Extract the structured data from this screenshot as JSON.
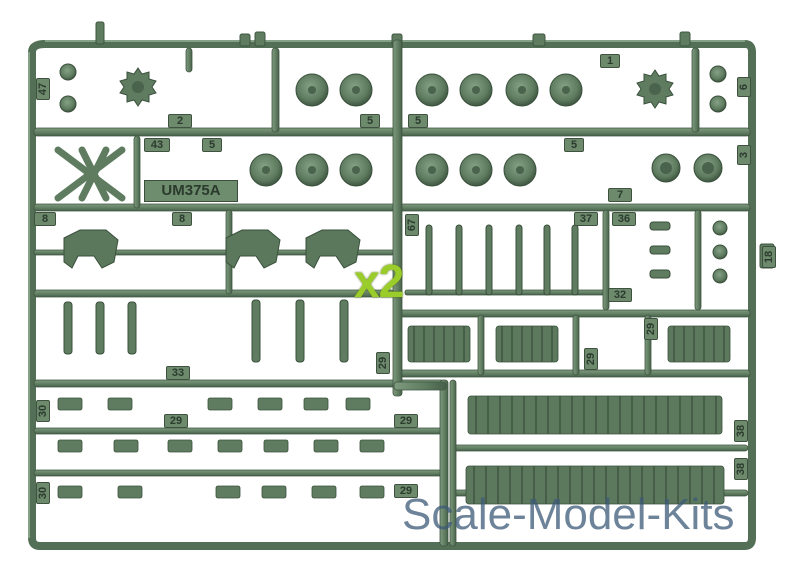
{
  "photo": {
    "subject": "plastic model kit sprue",
    "colors": {
      "plastic": "#5f7c60",
      "plastic_dark": "#3f5540",
      "plastic_light": "#7f9b7f",
      "background": "#ffffff",
      "multiplier": "#9acd2a",
      "watermark": "#3c5a78"
    }
  },
  "sprue_code": "UM375A",
  "multiplier": "x2",
  "watermark": "Scale-Model-Kits",
  "part_numbers": {
    "p47": "47",
    "p2": "2",
    "p43": "43",
    "p5a": "5",
    "p5b": "5",
    "p5c": "5",
    "p5d": "5",
    "p1": "1",
    "p6": "6",
    "p3": "3",
    "p7": "7",
    "p8a": "8",
    "p8b": "8",
    "p67": "67",
    "p37": "37",
    "p36": "36",
    "p18": "18",
    "p32": "32",
    "p33": "33",
    "p29a": "29",
    "p29b": "29",
    "p29c": "29",
    "p29d": "29",
    "p29e": "29",
    "p29f": "29",
    "p30a": "30",
    "p30b": "30",
    "p38a": "38",
    "p38b": "38"
  }
}
